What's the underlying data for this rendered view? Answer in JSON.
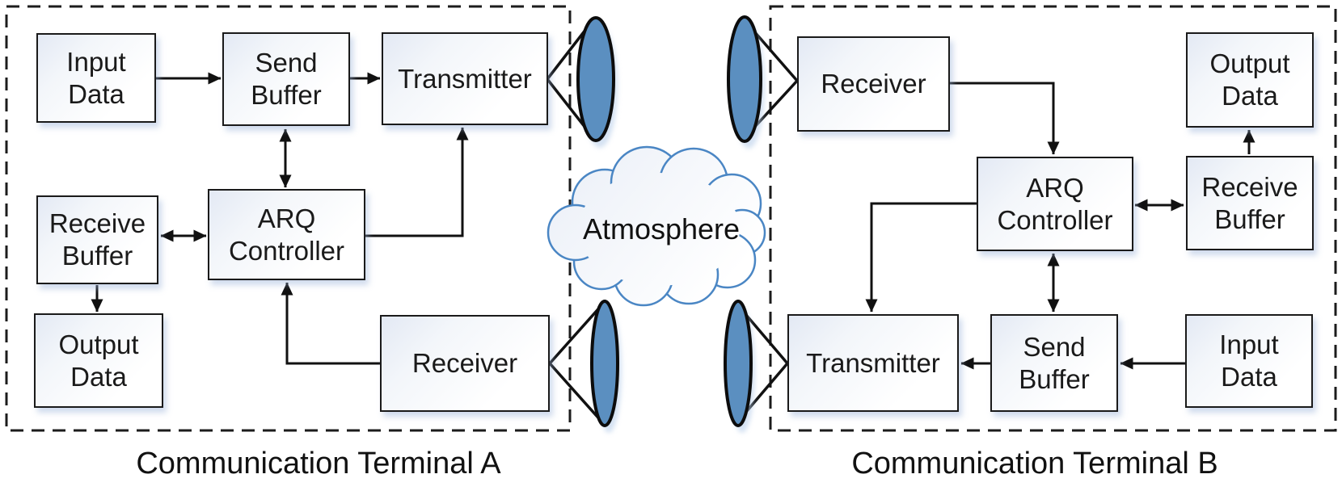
{
  "diagram": {
    "terminal_a": {
      "caption": "Communication Terminal A",
      "boxes": {
        "input_data": "Input Data",
        "send_buffer": "Send Buffer",
        "transmitter": "Transmitter",
        "receive_buffer": "Receive Buffer",
        "arq_controller": "ARQ Controller",
        "output_data": "Output Data",
        "receiver": "Receiver"
      }
    },
    "terminal_b": {
      "caption": "Communication Terminal B",
      "boxes": {
        "receiver": "Receiver",
        "output_data": "Output Data",
        "arq_controller": "ARQ Controller",
        "receive_buffer": "Receive Buffer",
        "transmitter": "Transmitter",
        "send_buffer": "Send Buffer",
        "input_data": "Input Data"
      }
    },
    "channel": {
      "label": "Atmosphere"
    },
    "colors": {
      "lens_fill": "#5b8fc0",
      "lens_stroke": "#0c0c0c",
      "cloud_stroke": "#4a86c4",
      "line_color": "#111111",
      "box_border": "#1a1a1a",
      "box_grad_a": "#e3e9f4",
      "box_grad_b": "#ffffff",
      "shadow_color": "#b3cbe8",
      "dash_color": "#1c1c1c",
      "text_color": "#1a1a1a"
    }
  }
}
